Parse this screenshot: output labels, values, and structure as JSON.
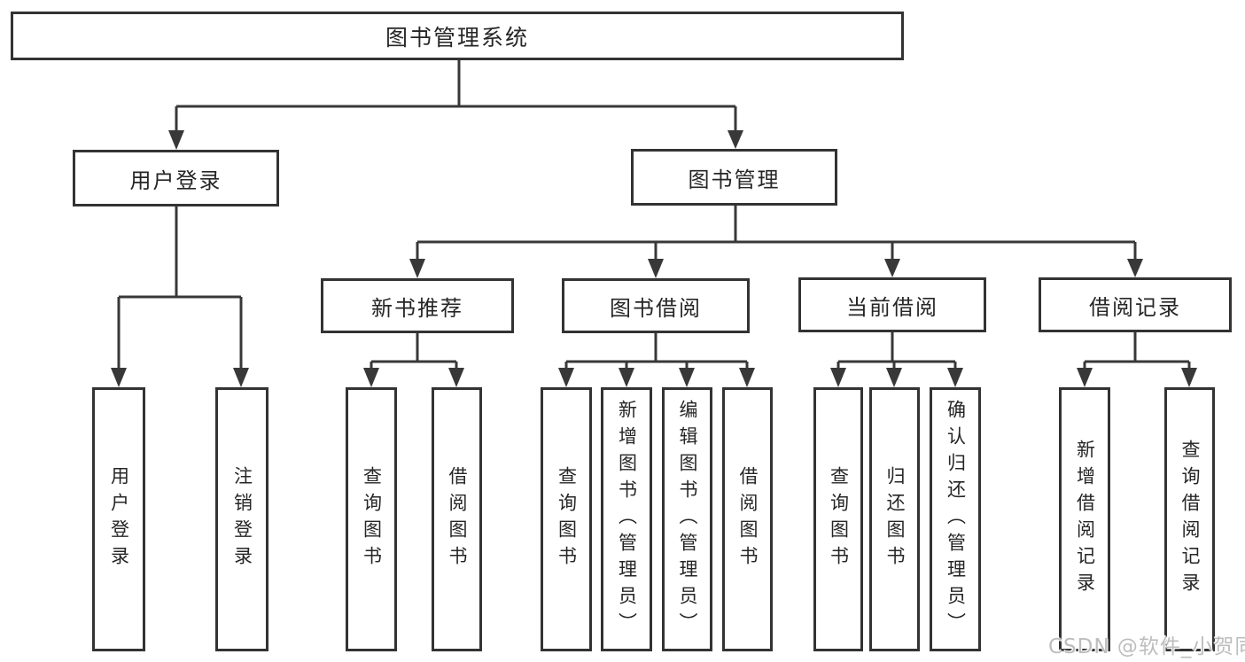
{
  "tree": {
    "label": "图书管理系统",
    "children": [
      {
        "label": "用户登录",
        "children": [
          {
            "label": "用户登录"
          },
          {
            "label": "注销登录"
          }
        ]
      },
      {
        "label": "图书管理",
        "children": [
          {
            "label": "新书推荐",
            "children": [
              {
                "label": "查询图书"
              },
              {
                "label": "借阅图书"
              }
            ]
          },
          {
            "label": "图书借阅",
            "children": [
              {
                "label": "查询图书"
              },
              {
                "label": "新增图书（管理员）"
              },
              {
                "label": "编辑图书（管理员）"
              },
              {
                "label": "借阅图书"
              }
            ]
          },
          {
            "label": "当前借阅",
            "children": [
              {
                "label": "查询图书"
              },
              {
                "label": "归还图书"
              },
              {
                "label": "确认归还（管理员）"
              }
            ]
          },
          {
            "label": "借阅记录",
            "children": [
              {
                "label": "新增借阅记录"
              },
              {
                "label": "查询借阅记录"
              }
            ]
          }
        ]
      }
    ]
  },
  "watermark": {
    "text": "CSDN @软件_小贺同学"
  },
  "colors": {
    "line": "#383838",
    "border": "#333333",
    "text": "#262626",
    "background": "#ffffff",
    "watermark": "#bdbdbd"
  }
}
